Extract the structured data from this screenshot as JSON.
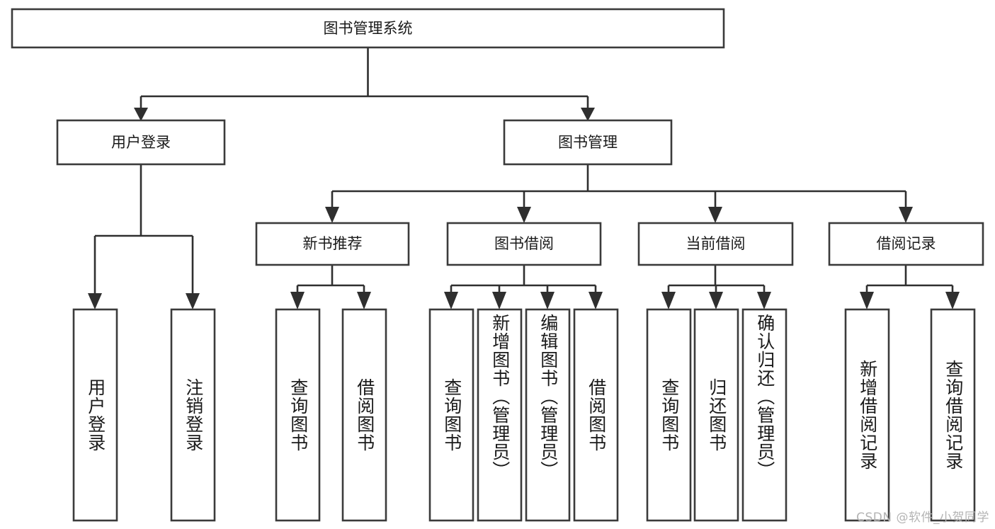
{
  "diagram": {
    "type": "hierarchy-tree",
    "title": "图书管理系统",
    "colors": {
      "box_stroke": "#3b3b3b",
      "box_fill": "#ffffff",
      "connector": "#2f2f2f",
      "text": "#1a1a1a",
      "watermark": "#b4b4b4",
      "background": "#ffffff"
    },
    "levels": {
      "root": {
        "label": "图书管理系统"
      },
      "level2": [
        {
          "id": "user-login",
          "label": "用户登录"
        },
        {
          "id": "book-management",
          "label": "图书管理"
        }
      ],
      "level3": [
        {
          "id": "new-book-recommend",
          "label": "新书推荐",
          "parent": "book-management"
        },
        {
          "id": "book-borrow",
          "label": "图书借阅",
          "parent": "book-management"
        },
        {
          "id": "current-borrow",
          "label": "当前借阅",
          "parent": "book-management"
        },
        {
          "id": "borrow-record",
          "label": "借阅记录",
          "parent": "book-management"
        }
      ],
      "leaves": [
        {
          "id": "leaf-user-login",
          "label": "用户登录",
          "parent": "user-login"
        },
        {
          "id": "leaf-logout-login",
          "label": "注销登录",
          "parent": "user-login"
        },
        {
          "id": "leaf-query-book-1",
          "label": "查询图书",
          "parent": "new-book-recommend"
        },
        {
          "id": "leaf-borrow-book-1",
          "label": "借阅图书",
          "parent": "new-book-recommend"
        },
        {
          "id": "leaf-query-book-2",
          "label": "查询图书",
          "parent": "book-borrow"
        },
        {
          "id": "leaf-add-book",
          "label": "新增图书（管理员）",
          "parent": "book-borrow"
        },
        {
          "id": "leaf-edit-book",
          "label": "编辑图书（管理员）",
          "parent": "book-borrow"
        },
        {
          "id": "leaf-borrow-book-2",
          "label": "借阅图书",
          "parent": "book-borrow"
        },
        {
          "id": "leaf-query-book-3",
          "label": "查询图书",
          "parent": "current-borrow"
        },
        {
          "id": "leaf-return-book",
          "label": "归还图书",
          "parent": "current-borrow"
        },
        {
          "id": "leaf-confirm-return",
          "label": "确认归还（管理员）",
          "parent": "current-borrow"
        },
        {
          "id": "leaf-add-record",
          "label": "新增借阅记录",
          "parent": "borrow-record"
        },
        {
          "id": "leaf-query-record",
          "label": "查询借阅记录",
          "parent": "borrow-record"
        }
      ]
    },
    "watermark": "CSDN @软件_小贺同学"
  }
}
